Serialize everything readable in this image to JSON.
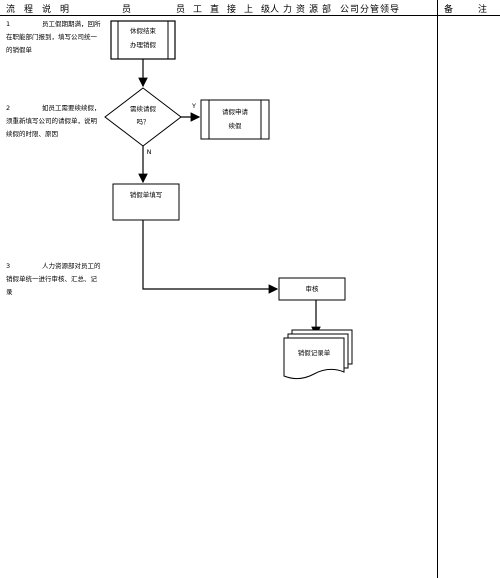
{
  "header": {
    "col1": "流　程　说　明",
    "col2": "员",
    "col3": "员工直接上级",
    "col4": "人力资源部",
    "col5": "公司分管领导",
    "col6": "备　注"
  },
  "steps": [
    {
      "num": "1",
      "text": "员工假期期满，回所在职能部门报到，填写公司统一的销假单"
    },
    {
      "num": "2",
      "text": "如员工需要续续假，须重新填写公司的请假单，说明续假的时限、原因"
    },
    {
      "num": "3",
      "text": "人力资源部对员工的销假单统一进行审核、汇总、记录"
    }
  ],
  "flow": {
    "start": {
      "line1": "休假结束",
      "line2": "办理销假"
    },
    "decision": {
      "line1": "需续请假",
      "line2": "吗？"
    },
    "yes_label": "Y",
    "no_label": "N",
    "renew": {
      "line1": "请假申请",
      "line2": "续假"
    },
    "fill_form": "销假单填写",
    "review": "审核",
    "record": "销假记录单"
  }
}
